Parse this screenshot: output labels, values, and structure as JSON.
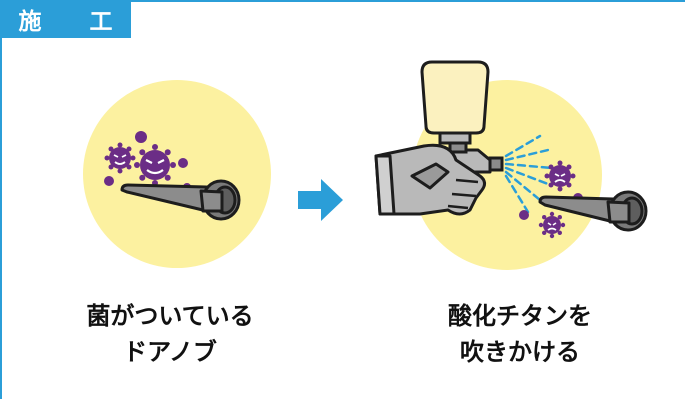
{
  "header": {
    "title": "施 工"
  },
  "steps": [
    {
      "caption_line1": "菌がついている",
      "caption_line2": "ドアノブ"
    },
    {
      "caption_line1": "酸化チタンを",
      "caption_line2": "吹きかける"
    }
  ],
  "colors": {
    "accent": "#2b9ed8",
    "circle_fill": "#fcf1a0",
    "germ": "#6b2d86",
    "handle": "#8c8c8c",
    "glove": "#b9b9b9"
  },
  "icons": [
    "germ-icon",
    "door-handle-icon",
    "arrow-right-icon",
    "spray-gun-icon",
    "gloved-hand-icon",
    "spray-mist-icon"
  ]
}
